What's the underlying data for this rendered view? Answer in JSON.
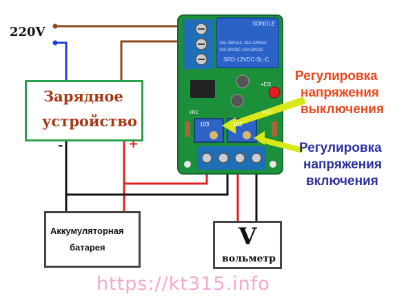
{
  "mains_label": "220V",
  "charger": {
    "line1": "Зарядное",
    "line2": "устройство",
    "minus": "-",
    "plus": "+"
  },
  "battery": {
    "line1": "Аккумуляторная",
    "line2": "батарея"
  },
  "voltmeter": {
    "symbol": "V",
    "label": "вольметр"
  },
  "relay": {
    "brand": "SONGLE",
    "ratings": [
      "10A 250VAC 10A 125VAC",
      "10A 30VDC 10A 28VDC"
    ],
    "model": "SRD-12VDC-SL-C"
  },
  "board_marks": {
    "pot_left": "103",
    "pot_right": "103",
    "led": "+D3",
    "vr1": "VR1",
    "vr2": "VR2"
  },
  "cutoff_label": {
    "line1": "Регулировка",
    "line2": "напряжения",
    "line3": "выключения"
  },
  "turnon_label": {
    "line1": "Регулировка",
    "line2": "напряжения",
    "line3": "включения"
  },
  "watermark": "https://kt315.info",
  "colors": {
    "wire_brown": "#8B4A1E",
    "wire_blue": "#1E3FD8",
    "wire_red": "#E02020",
    "wire_black": "#111111",
    "pcb": "#1B8F3A",
    "terminal": "#1F6FB8",
    "relay": "#2A62C8",
    "cutoff_text": "#E8491C",
    "turnon_text": "#2B2FA0",
    "watermark": "#F7A6D0",
    "arrow": "#D8E81A"
  }
}
